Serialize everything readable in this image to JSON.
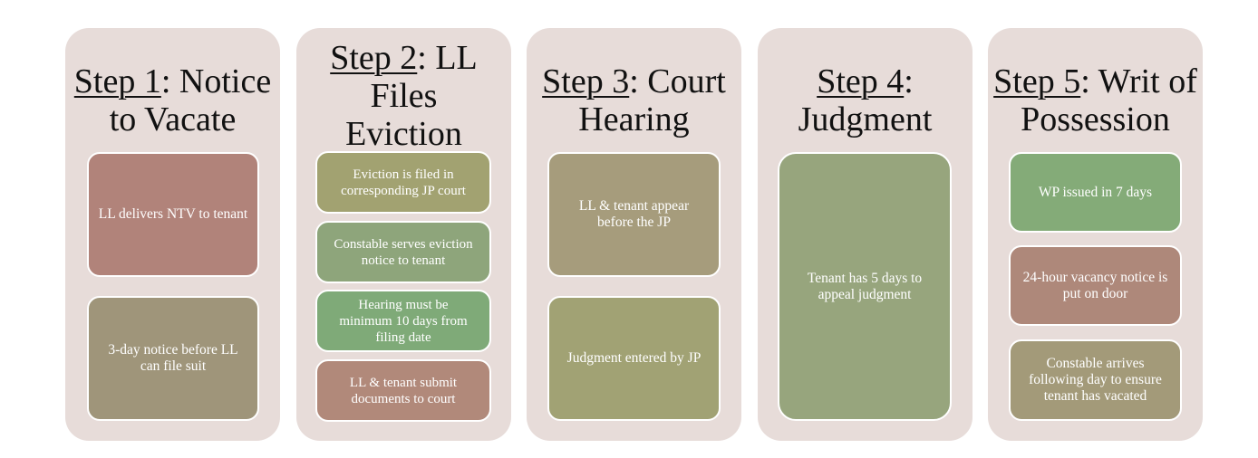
{
  "colors": {
    "background": "#ffffff",
    "column_bg": "#e7dcd9",
    "box_border": "#ffffff",
    "text_dark": "#111111",
    "text_light": "#ffffff"
  },
  "steps": [
    {
      "step_label": "Step 1",
      "title_rest": ": Notice to Vacate",
      "boxes": [
        {
          "text": "LL delivers NTV to tenant",
          "color": "#b1837a"
        },
        {
          "text": "3-day notice before LL can file suit",
          "color": "#9f957a"
        }
      ]
    },
    {
      "step_label": "Step 2",
      "title_rest": ": LL Files Eviction",
      "boxes": [
        {
          "text": "Eviction is filed in corresponding JP court",
          "color": "#a2a271"
        },
        {
          "text": "Constable serves eviction notice to tenant",
          "color": "#8ea57b"
        },
        {
          "text": "Hearing must be minimum 10 days from filing date",
          "color": "#7faa78"
        },
        {
          "text": "LL & tenant submit documents to court",
          "color": "#b1897a"
        }
      ]
    },
    {
      "step_label": "Step 3",
      "title_rest": ": Court Hearing",
      "boxes": [
        {
          "text": "LL & tenant appear before the JP",
          "color": "#a69c7c"
        },
        {
          "text": "Judgment entered by JP",
          "color": "#a1a274"
        }
      ]
    },
    {
      "step_label": "Step 4",
      "title_rest": ": Judgment",
      "boxes": [
        {
          "text": "Tenant has 5 days to appeal judgment",
          "color": "#97a57d"
        }
      ]
    },
    {
      "step_label": "Step 5",
      "title_rest": ": Writ of Possession",
      "boxes": [
        {
          "text": "WP issued in 7 days",
          "color": "#84ab78"
        },
        {
          "text": "24-hour vacancy notice is put on door",
          "color": "#ae887a"
        },
        {
          "text": "Constable arrives following day to ensure tenant has vacated",
          "color": "#a39a79"
        }
      ]
    }
  ]
}
